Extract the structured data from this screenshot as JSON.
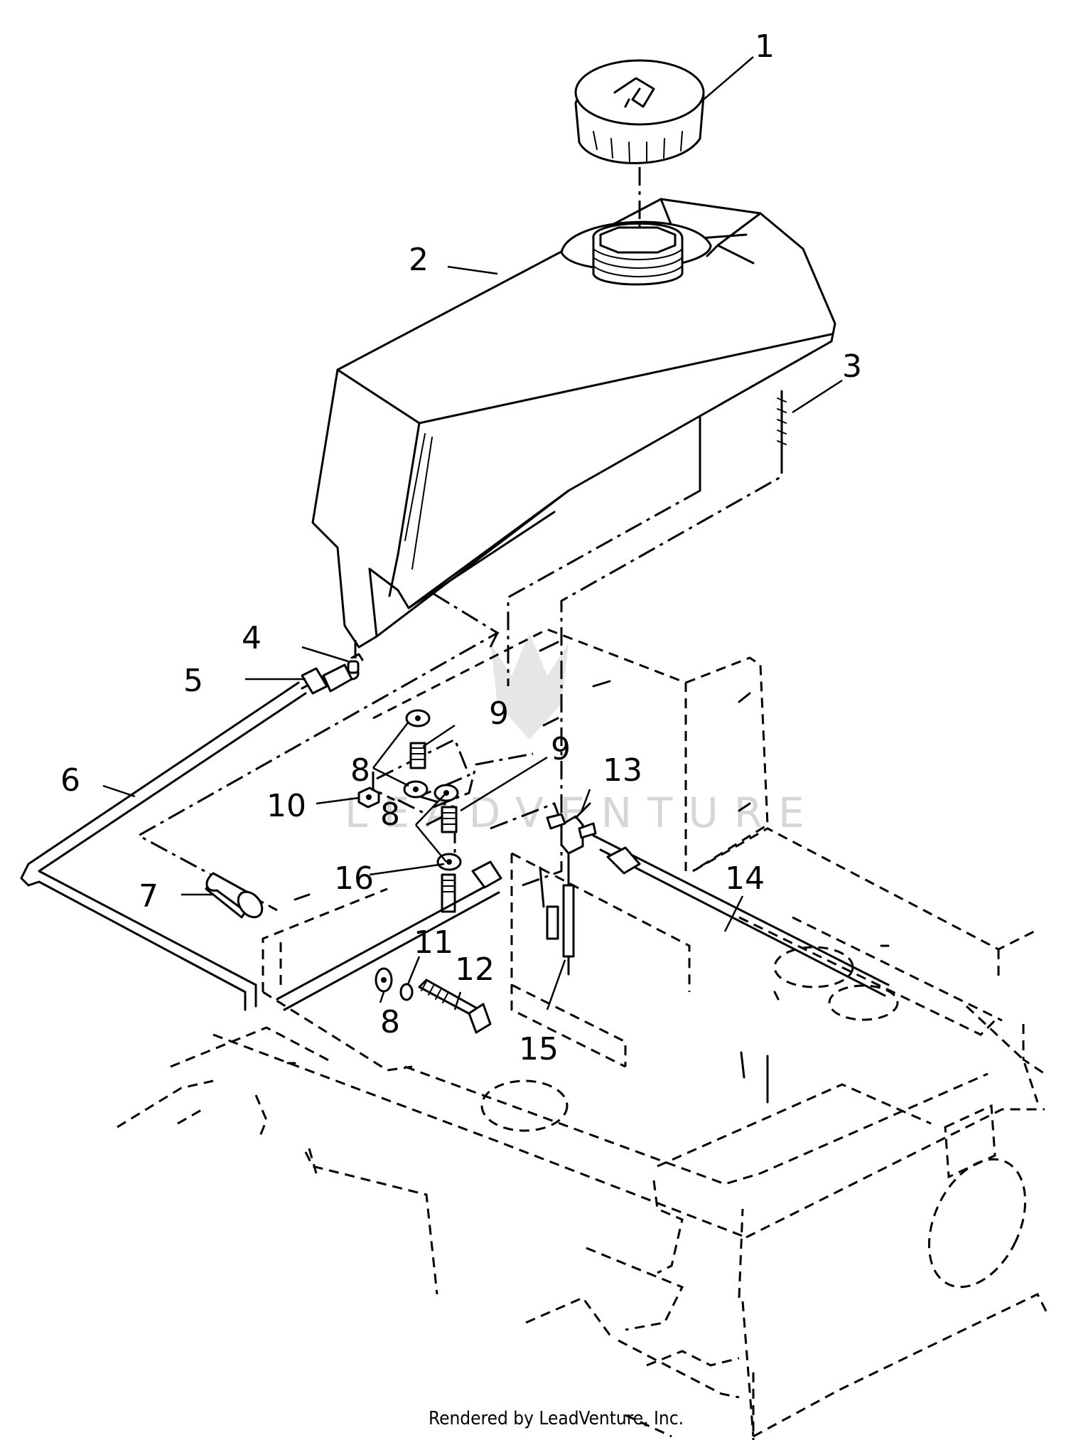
{
  "callouts": {
    "c1": "1",
    "c2": "2",
    "c3": "3",
    "c4": "4",
    "c5": "5",
    "c6": "6",
    "c7": "7",
    "c8a": "8",
    "c8b": "8",
    "c8c": "8",
    "c9a": "9",
    "c9b": "9",
    "c10": "10",
    "c11": "11",
    "c12": "12",
    "c13": "13",
    "c14": "14",
    "c15": "15",
    "c16": "16"
  },
  "watermark": "LEADVENTURE",
  "footer": "Rendered by LeadVenture, Inc."
}
